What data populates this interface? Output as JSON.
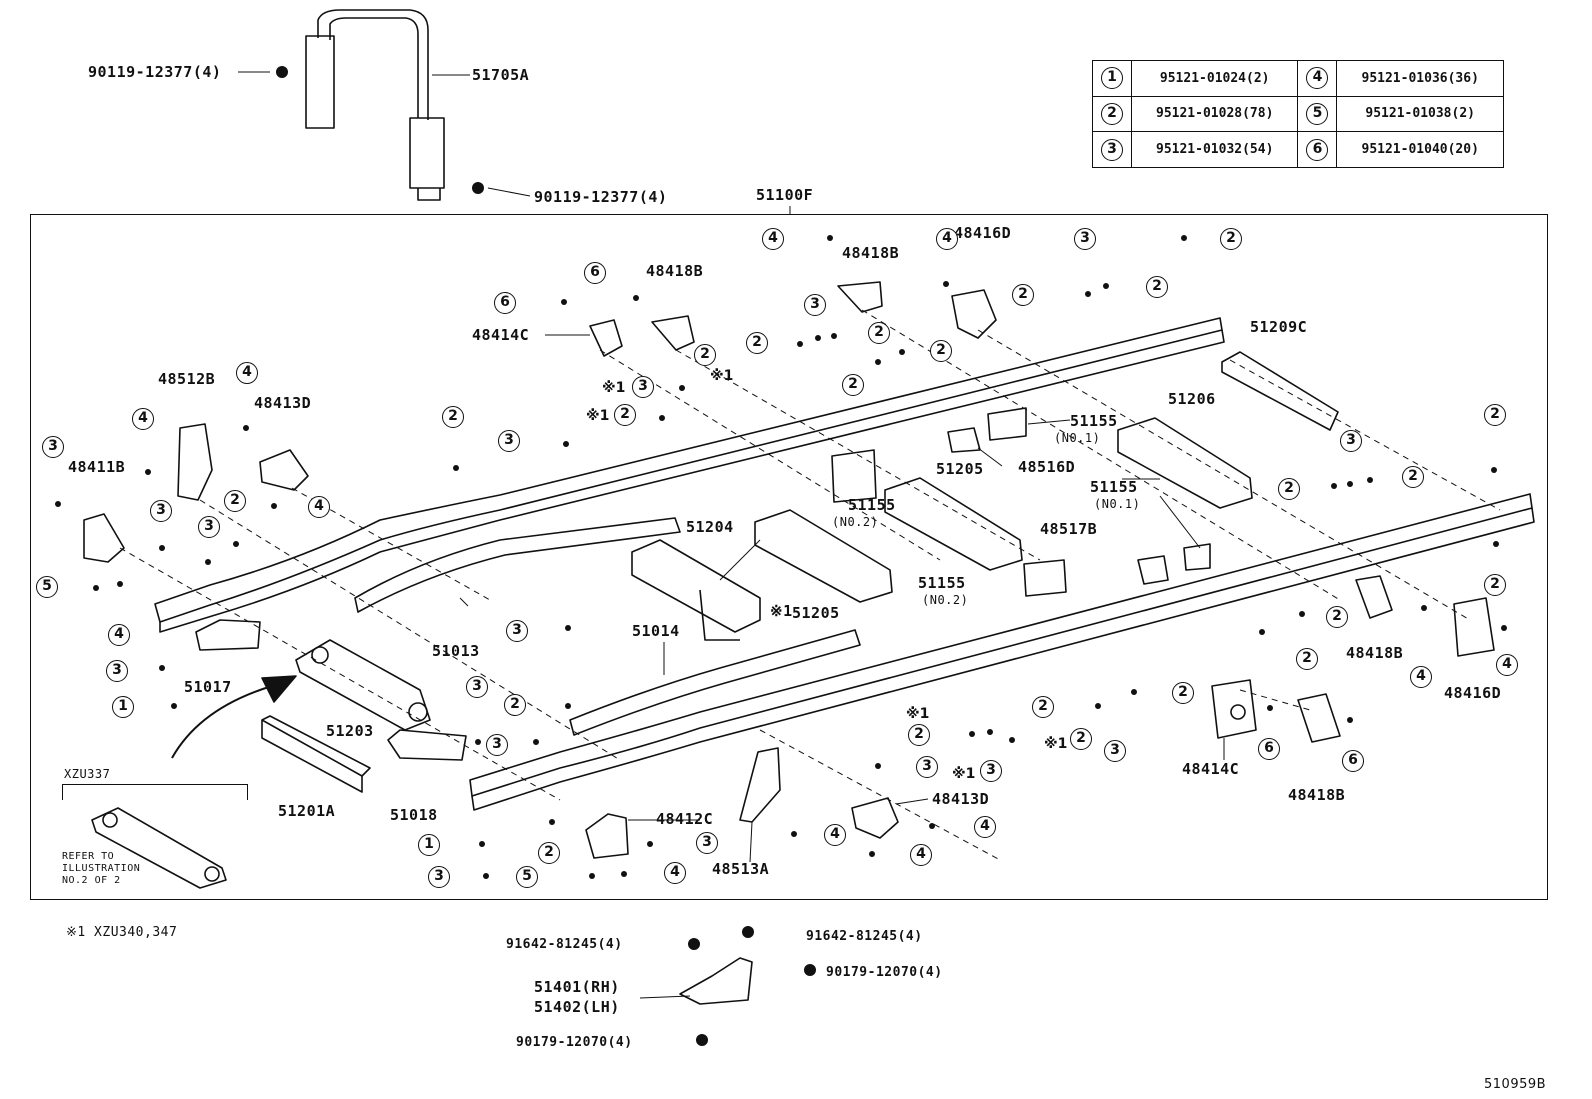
{
  "legend": [
    {
      "n": "1",
      "part": "95121-01024(2)"
    },
    {
      "n": "4",
      "part": "95121-01036(36)"
    },
    {
      "n": "2",
      "part": "95121-01028(78)"
    },
    {
      "n": "5",
      "part": "95121-01038(2)"
    },
    {
      "n": "3",
      "part": "95121-01032(54)"
    },
    {
      "n": "6",
      "part": "95121-01040(20)"
    }
  ],
  "labels": {
    "frame_assembly": "51100F",
    "top_bolt_left": "90119-12377(4)",
    "top_bolt_right": "90119-12377(4)",
    "guard": "51705A",
    "p48418b_a": "48418B",
    "p48418b_b": "48418B",
    "p48416d_a": "48416D",
    "p48414c_a": "48414C",
    "p51209c": "51209C",
    "p48512b": "48512B",
    "p48413d_a": "48413D",
    "p48411b": "48411B",
    "p51155_no1a": "51155",
    "no1a": "(N0.1)",
    "p48516d": "48516D",
    "p51206": "51206",
    "p51205_a": "51205",
    "p51155_no2a": "51155",
    "no2a": "(N0.2)",
    "p51155_no1b": "51155",
    "no1b": "(N0.1)",
    "p51204": "51204",
    "p48517b": "48517B",
    "p51205_b": "51205",
    "p51155_no2b": "51155",
    "no2b": "(N0.2)",
    "p51013": "51013",
    "p51014": "51014",
    "p51017": "51017",
    "p51203": "51203",
    "p48418b_c": "48418B",
    "p48416d_b": "48416D",
    "p48414c_b": "48414C",
    "p48418b_d": "48418B",
    "p51201a": "51201A",
    "p51018": "51018",
    "p48412c": "48412C",
    "p48413d_b": "48413D",
    "p48513a": "48513A",
    "inset_title": "XZU337",
    "inset_note_1": "REFER TO",
    "inset_note_2": "ILLUSTRATION",
    "inset_note_3": "NO.2 OF 2",
    "footnote": "※1 XZU340,347",
    "bolt_91642_a": "91642-81245(4)",
    "bolt_91642_b": "91642-81245(4)",
    "nut_90179_a": "90179-12070(4)",
    "nut_90179_b": "90179-12070(4)",
    "p51401": "51401(RH)",
    "p51402": "51402(LH)",
    "figure_code": "510959B",
    "mark": "※1"
  }
}
